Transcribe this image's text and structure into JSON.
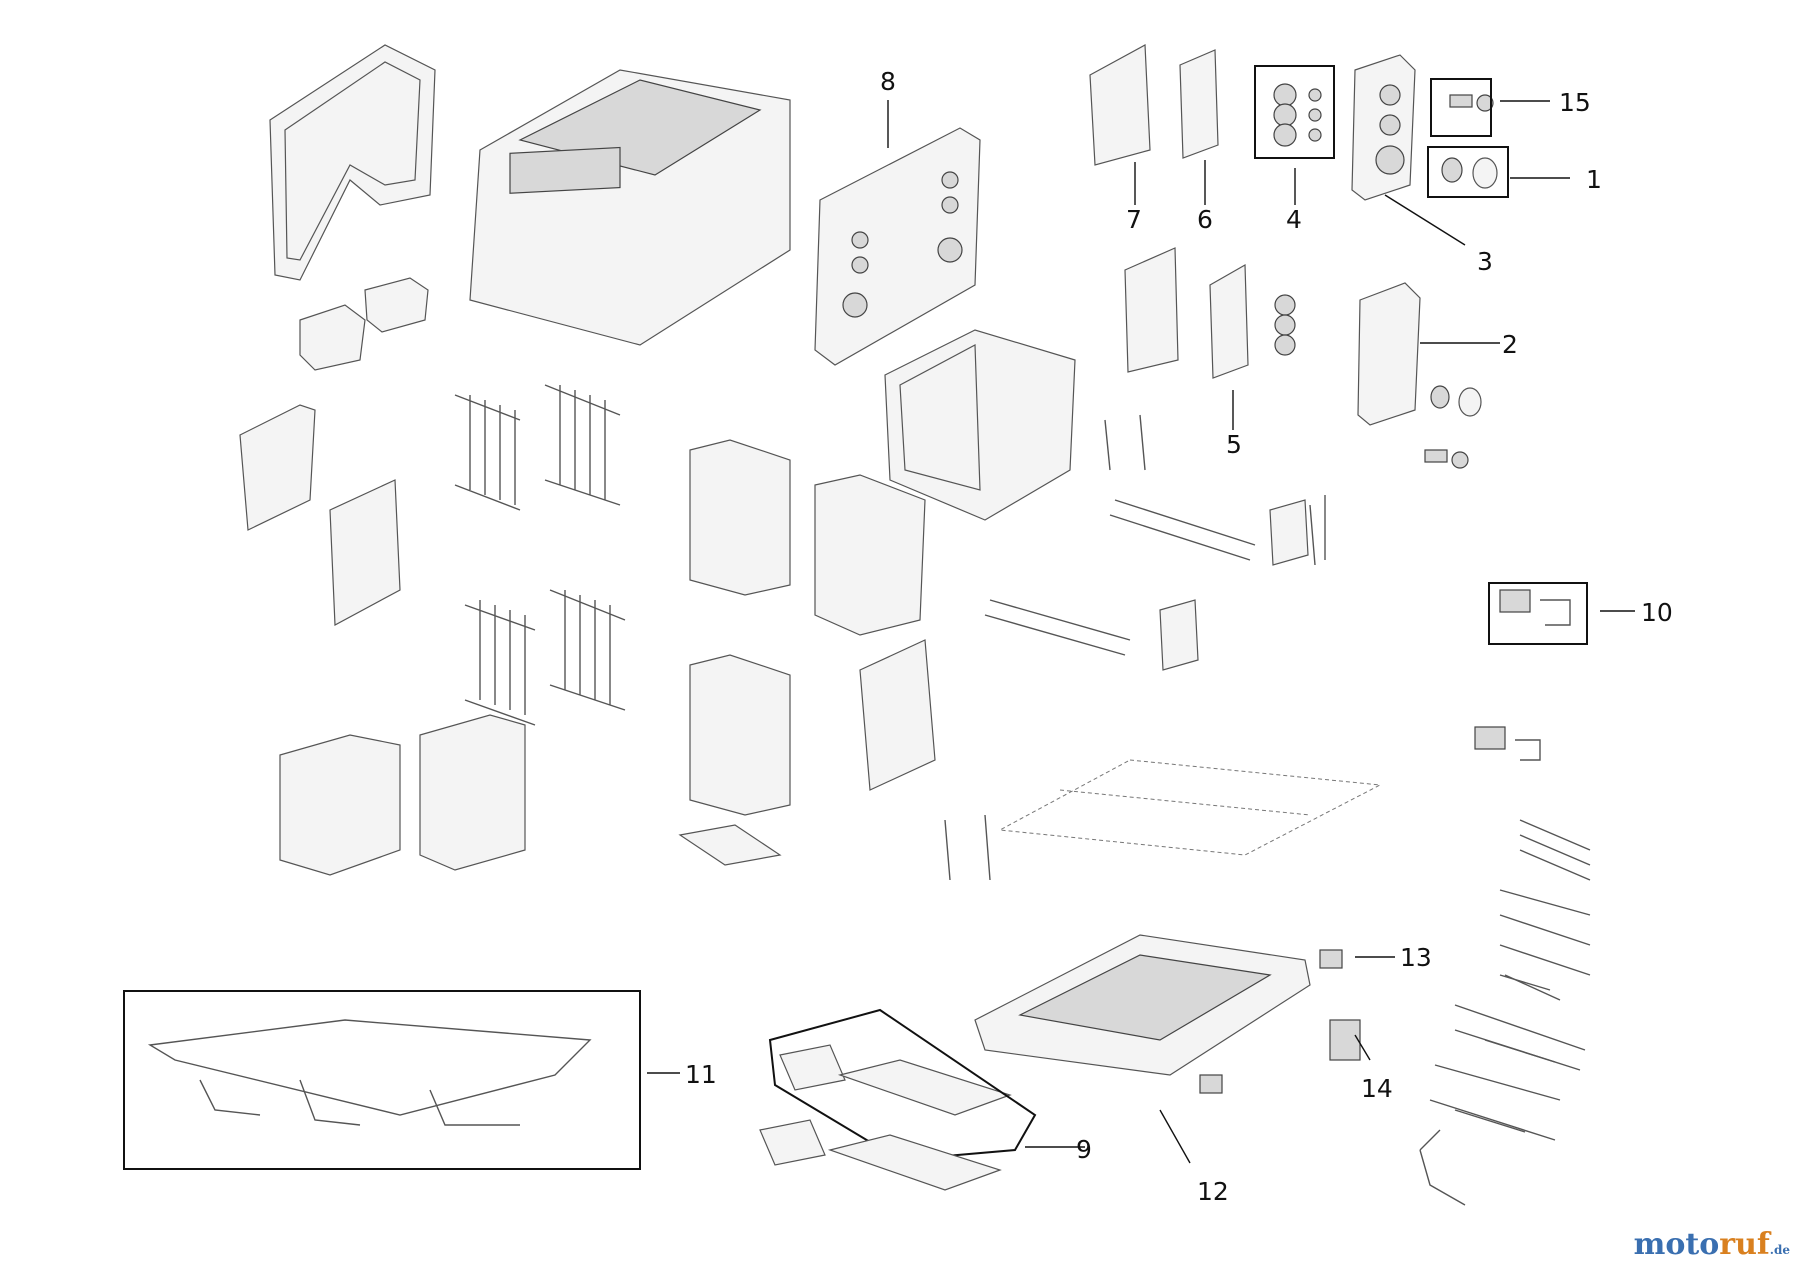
{
  "callouts": [
    {
      "id": "1",
      "label": "1"
    },
    {
      "id": "2",
      "label": "2"
    },
    {
      "id": "3",
      "label": "3"
    },
    {
      "id": "4",
      "label": "4"
    },
    {
      "id": "5",
      "label": "5"
    },
    {
      "id": "6",
      "label": "6"
    },
    {
      "id": "7",
      "label": "7"
    },
    {
      "id": "8",
      "label": "8"
    },
    {
      "id": "9",
      "label": "9"
    },
    {
      "id": "10",
      "label": "10"
    },
    {
      "id": "11",
      "label": "11"
    },
    {
      "id": "12",
      "label": "12"
    },
    {
      "id": "13",
      "label": "13"
    },
    {
      "id": "14",
      "label": "14"
    },
    {
      "id": "15",
      "label": "15"
    }
  ],
  "watermark": {
    "part1": "moto",
    "part2": "ruf",
    "part3": ".de"
  }
}
